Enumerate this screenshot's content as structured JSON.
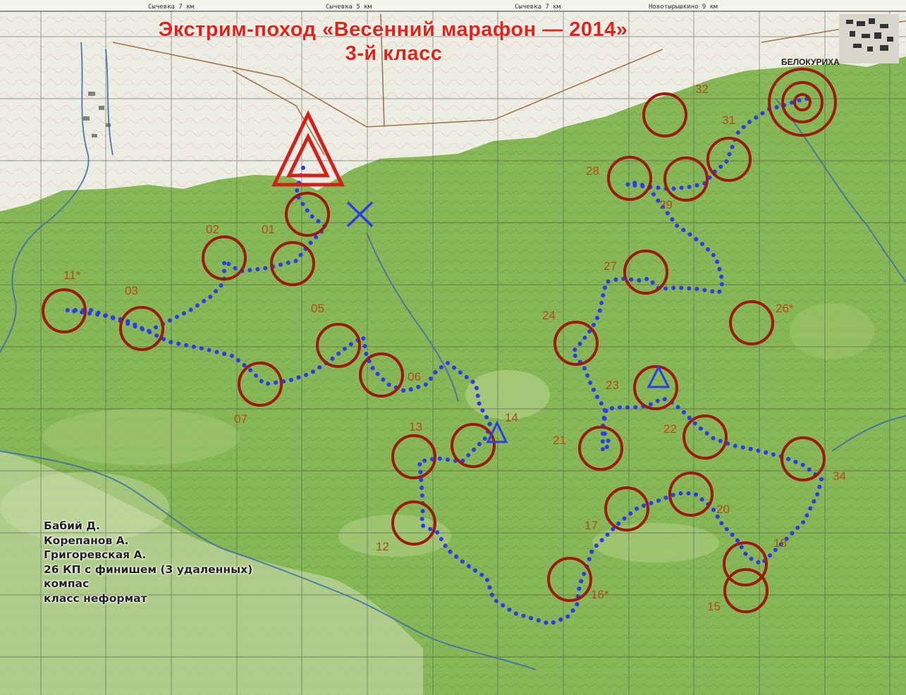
{
  "title": {
    "line1": "Экстрим-поход «Весенний марафон — 2014»",
    "line2": "3-й класс"
  },
  "legend": [
    "Бабий Д.",
    "Корепанов А.",
    "Григоревская А.",
    "26 КП с финишем (3 удаленных)",
    "компас",
    "класс неформат"
  ],
  "top_sheet_labels": [
    "Сычевка 7 км",
    "Сычевка 5 км",
    "Сычевка 7 км",
    "Новотырышкино 9 км"
  ],
  "town_label": "БЕЛОКУРИХА",
  "colors": {
    "title": "#e2231a",
    "checkpoint_ring": "#9b1a0c",
    "route": "#2b3bf0",
    "forest": "#86b654",
    "open_land": "#eeeee6"
  },
  "start_finish_icon": "red-double-triangle-icon",
  "checkpoints": [
    {
      "label": "01"
    },
    {
      "label": "02"
    },
    {
      "label": "03"
    },
    {
      "label": "05"
    },
    {
      "label": "06"
    },
    {
      "label": "07"
    },
    {
      "label": "11*"
    },
    {
      "label": "12"
    },
    {
      "label": "13"
    },
    {
      "label": "14"
    },
    {
      "label": "15"
    },
    {
      "label": "16*"
    },
    {
      "label": "17"
    },
    {
      "label": "18"
    },
    {
      "label": "20"
    },
    {
      "label": "21"
    },
    {
      "label": "22"
    },
    {
      "label": "23"
    },
    {
      "label": "24"
    },
    {
      "label": "26*"
    },
    {
      "label": "27"
    },
    {
      "label": "28"
    },
    {
      "label": "29"
    },
    {
      "label": "31"
    },
    {
      "label": "32"
    },
    {
      "label": "34"
    }
  ]
}
